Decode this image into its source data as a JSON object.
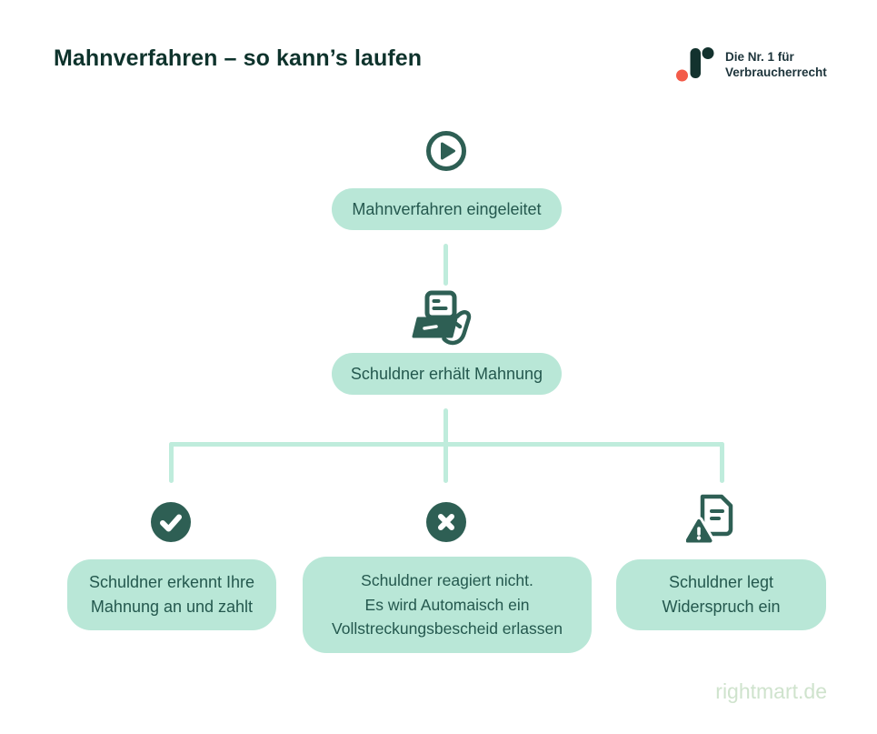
{
  "header": {
    "title": "Mahnverfahren – so kann’s laufen",
    "logo": {
      "line1": "Die Nr. 1 für",
      "line2": "Verbraucherrecht"
    }
  },
  "flow": {
    "start": {
      "icon": "play-icon",
      "label": "Mahnverfahren eingeleitet"
    },
    "step2": {
      "icon": "letter-in-hand-icon",
      "label": "Schuldner erhält Mahnung"
    },
    "branches": [
      {
        "icon": "check-circle-icon",
        "label": "Schuldner erkennt Ihre\nMahnung an und zahlt"
      },
      {
        "icon": "x-circle-icon",
        "label": "Schuldner reagiert nicht.\nEs wird Automaisch ein\nVollstreckungsbescheid erlassen"
      },
      {
        "icon": "document-warning-icon",
        "label": "Schuldner legt\nWiderspruch ein"
      }
    ]
  },
  "footer": {
    "watermark": "rightmart.de"
  },
  "colors": {
    "title_dark": "#0e332c",
    "icon_teal": "#2e5f54",
    "box_mint": "#b9e7d7",
    "box_text": "#24584e",
    "connector_mint": "#bfecdc",
    "coral": "#f35b49",
    "watermark": "#cfe3cd"
  }
}
